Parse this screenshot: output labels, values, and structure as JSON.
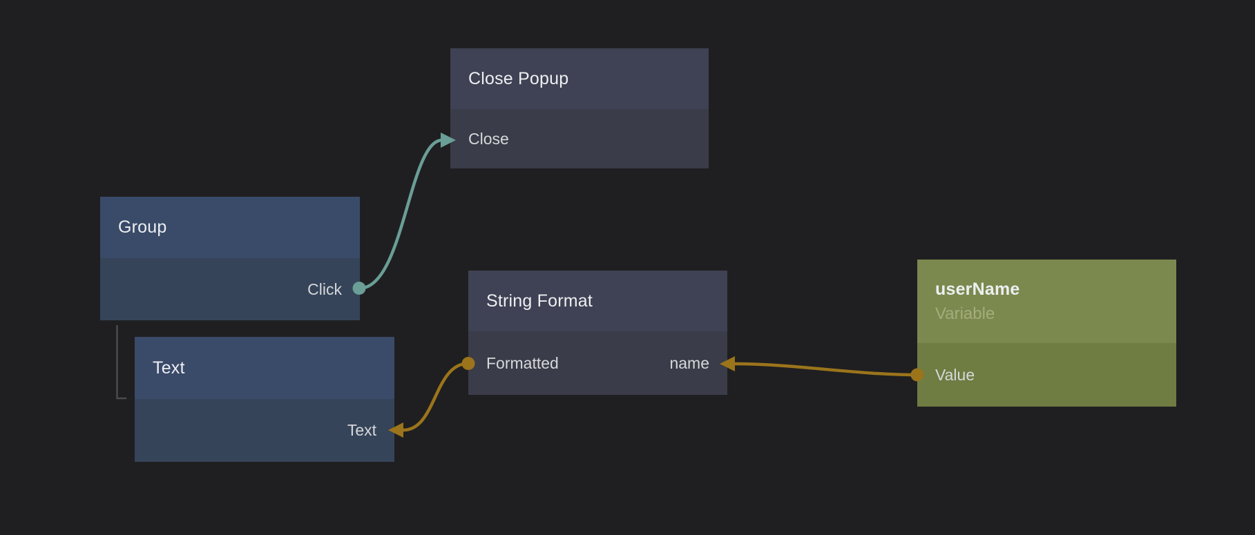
{
  "app": {
    "view": "node-graph-canvas"
  },
  "colors": {
    "canvas_bg": "#1f1f21",
    "logic_node_header": "#3f4254",
    "logic_node_body": "#3a3c49",
    "visual_node_header": "#3a4a69",
    "visual_node_body": "#354459",
    "variable_node_header": "#7c894e",
    "variable_node_body": "#6f7c42",
    "signal_wire": "#6a9e97",
    "data_wire": "#9b741b",
    "hierarchy_line": "#4b4b4b",
    "title_text": "#edeff1",
    "port_text": "#d6d8da",
    "subtitle_text": "#a3ad7d"
  },
  "nodes": [
    {
      "title": "Close Popup",
      "category": "logic",
      "ports": [
        {
          "label": "Close",
          "kind": "input",
          "connector": "arrow",
          "side": "left"
        }
      ]
    },
    {
      "title": "Group",
      "category": "visual",
      "ports": [
        {
          "label": "Click",
          "kind": "output",
          "connector": "dot",
          "side": "right"
        }
      ]
    },
    {
      "title": "Text",
      "category": "visual",
      "ports": [
        {
          "label": "Text",
          "kind": "input",
          "connector": "arrow",
          "side": "right"
        }
      ]
    },
    {
      "title": "String Format",
      "category": "logic",
      "ports": [
        {
          "label": "Formatted",
          "kind": "output",
          "connector": "dot",
          "side": "left"
        },
        {
          "label": "name",
          "kind": "input",
          "connector": "arrow",
          "side": "right"
        }
      ]
    },
    {
      "title": "userName",
      "subtitle": "Variable",
      "category": "variable",
      "ports": [
        {
          "label": "Value",
          "kind": "output",
          "connector": "dot",
          "side": "left"
        }
      ]
    }
  ],
  "connections": [
    {
      "from_node": "Group",
      "from_port": "Click",
      "to_node": "Close Popup",
      "to_port": "Close",
      "color": "#6a9e97",
      "type": "signal"
    },
    {
      "from_node": "String Format",
      "from_port": "Formatted",
      "to_node": "Text",
      "to_port": "Text",
      "color": "#9b741b",
      "type": "data"
    },
    {
      "from_node": "userName",
      "from_port": "Value",
      "to_node": "String Format",
      "to_port": "name",
      "color": "#9b741b",
      "type": "data"
    }
  ],
  "hierarchy": {
    "parent": "Group",
    "child": "Text"
  }
}
